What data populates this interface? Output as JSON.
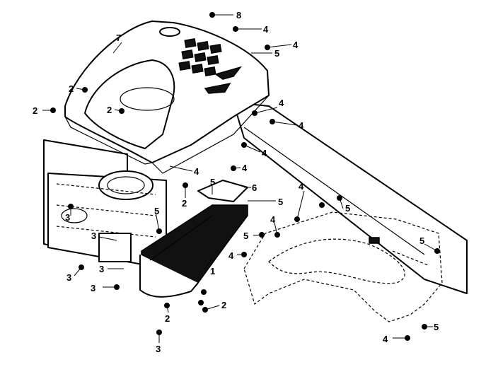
{
  "callouts": [
    {
      "id": "c1",
      "text": "8"
    },
    {
      "id": "c2",
      "text": "7"
    },
    {
      "id": "c3",
      "text": "4"
    },
    {
      "id": "c4",
      "text": "4"
    },
    {
      "id": "c5",
      "text": "5"
    },
    {
      "id": "c6",
      "text": "2"
    },
    {
      "id": "c7",
      "text": "2"
    },
    {
      "id": "c8",
      "text": "2"
    },
    {
      "id": "c9",
      "text": "4"
    },
    {
      "id": "c10",
      "text": "4"
    },
    {
      "id": "c11",
      "text": "4"
    },
    {
      "id": "c12",
      "text": "4"
    },
    {
      "id": "c13",
      "text": "4"
    },
    {
      "id": "c14",
      "text": "5"
    },
    {
      "id": "c15",
      "text": "6"
    },
    {
      "id": "c16",
      "text": "2"
    },
    {
      "id": "c17",
      "text": "5"
    },
    {
      "id": "c18",
      "text": "4"
    },
    {
      "id": "c19",
      "text": "5"
    },
    {
      "id": "c20",
      "text": "4"
    },
    {
      "id": "c21",
      "text": "5"
    },
    {
      "id": "c22",
      "text": "5"
    },
    {
      "id": "c23",
      "text": "3"
    },
    {
      "id": "c24",
      "text": "5"
    },
    {
      "id": "c25",
      "text": "3"
    },
    {
      "id": "c26",
      "text": "4"
    },
    {
      "id": "c27",
      "text": "3"
    },
    {
      "id": "c28",
      "text": "1"
    },
    {
      "id": "c29",
      "text": "3"
    },
    {
      "id": "c30",
      "text": "3"
    },
    {
      "id": "c31",
      "text": "2"
    },
    {
      "id": "c32",
      "text": "2"
    },
    {
      "id": "c33",
      "text": "3"
    },
    {
      "id": "c34",
      "text": "5"
    },
    {
      "id": "c35",
      "text": "4"
    }
  ]
}
